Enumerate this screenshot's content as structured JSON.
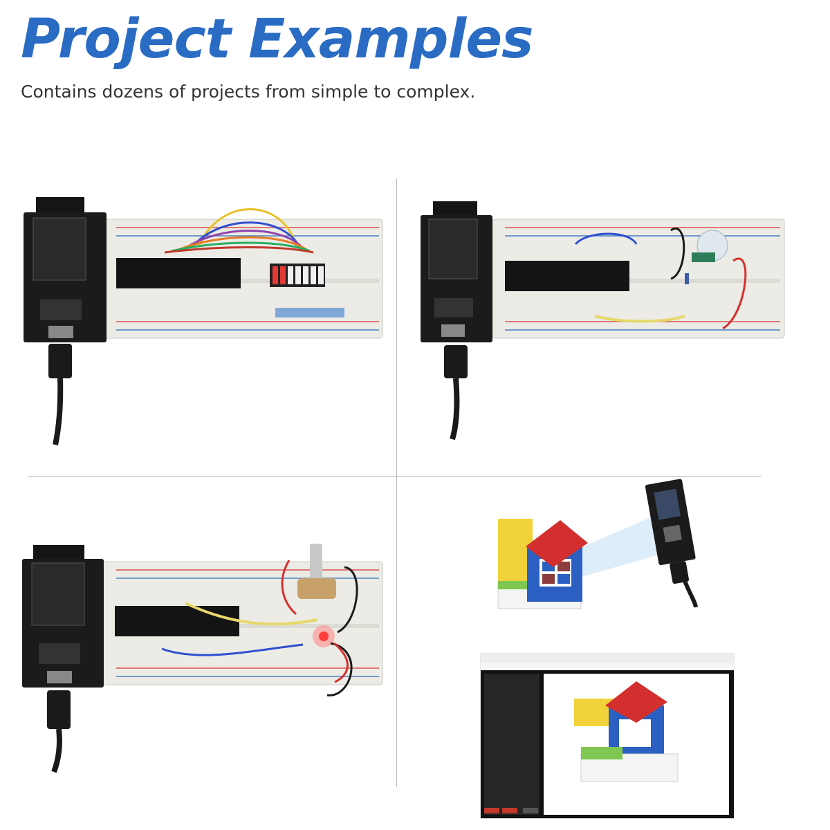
{
  "header": {
    "title": "Project Examples",
    "subtitle": "Contains dozens of projects from simple to complex."
  },
  "colors": {
    "title": "#2a6cc4",
    "board": "#1b1b1b",
    "breadboard": "#ecebe6",
    "rail_red": "#d9534f",
    "rail_blue": "#4a7fc1"
  },
  "panels": [
    {
      "id": "led-bar-graph",
      "icon": "breadboard-led-bar-icon"
    },
    {
      "id": "buzzer-circuit",
      "icon": "breadboard-buzzer-icon"
    },
    {
      "id": "potentiometer-rgb-led",
      "icon": "breadboard-potentiometer-icon"
    },
    {
      "id": "camera-webserver",
      "icon": "camera-module-icon"
    }
  ]
}
